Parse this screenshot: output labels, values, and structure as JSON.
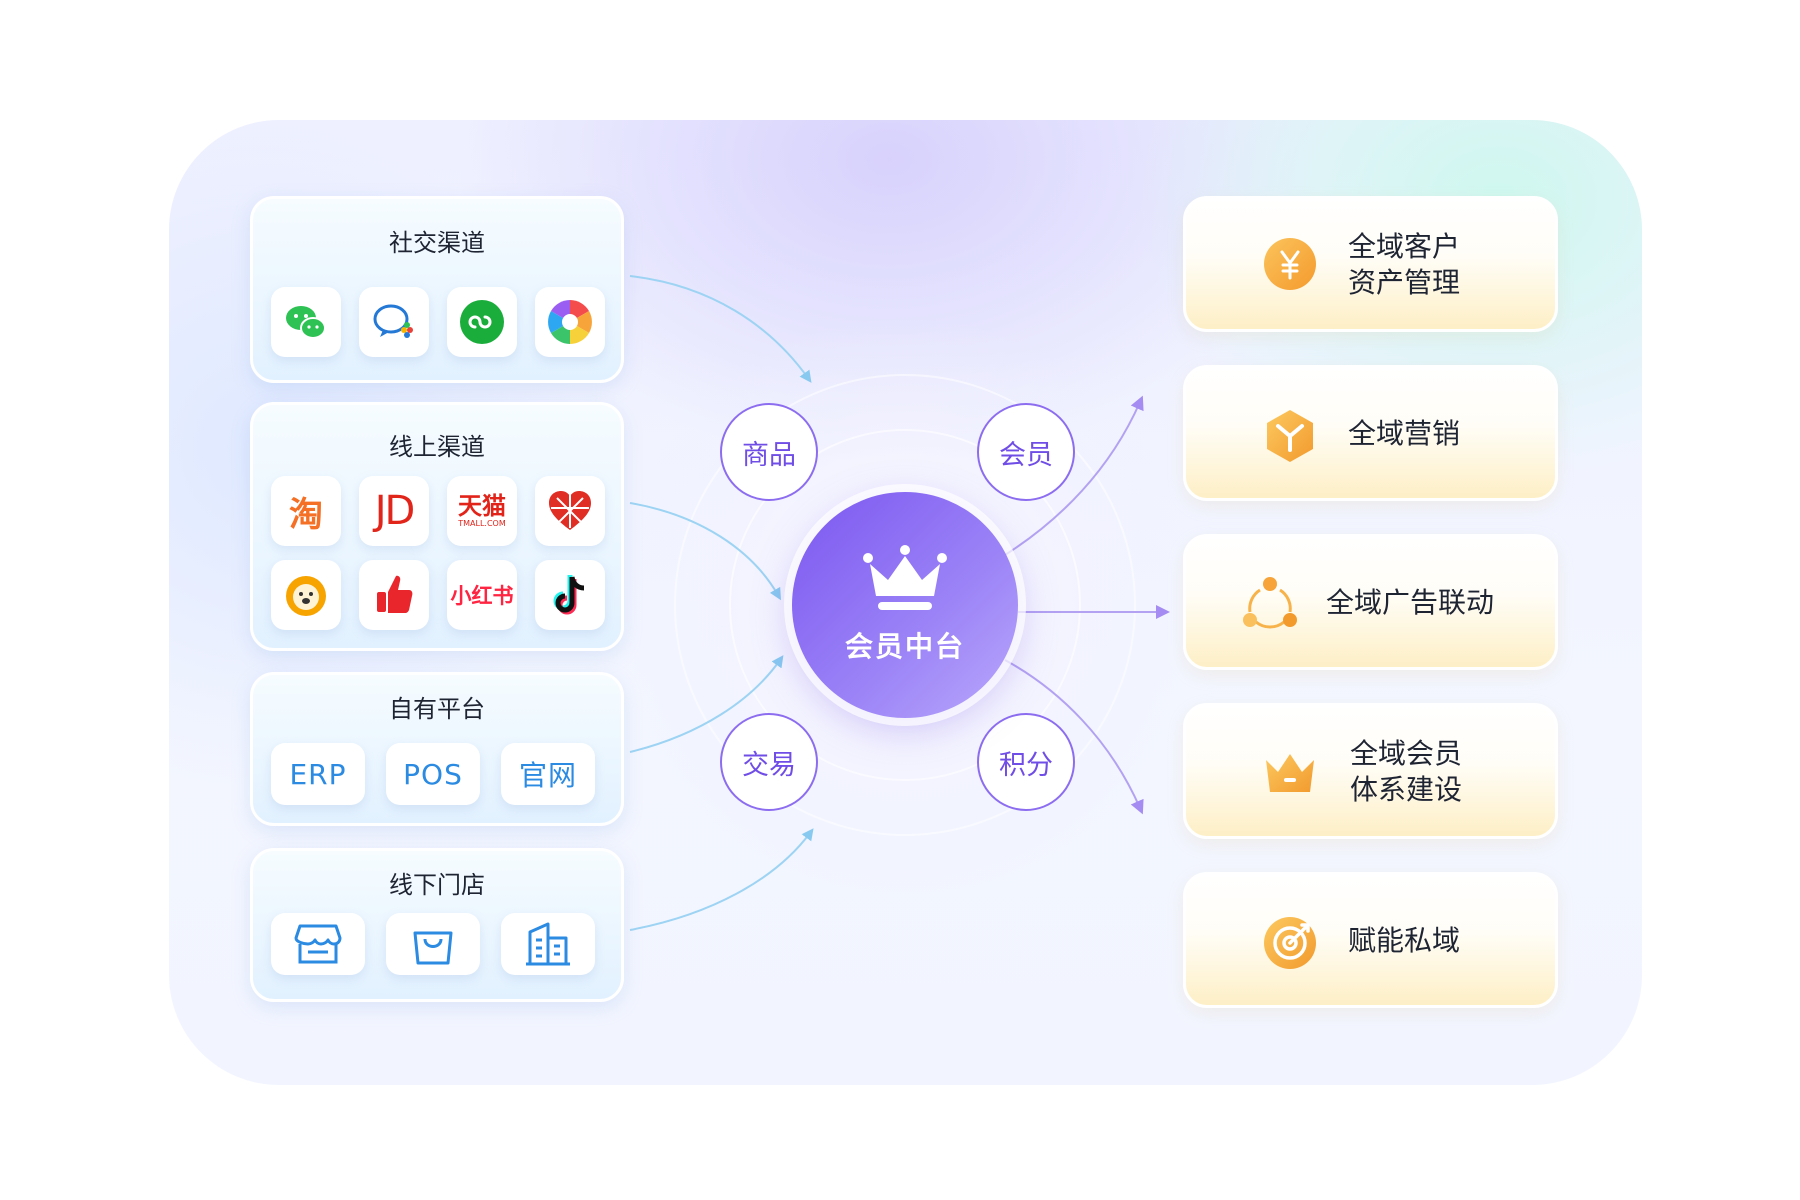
{
  "left_groups": [
    {
      "title": "社交渠道",
      "icons": [
        "wechat-icon",
        "wecom-icon",
        "mini-program-icon",
        "camera-aperture-icon"
      ]
    },
    {
      "title": "线上渠道",
      "icons": [
        "taobao-icon",
        "jd-icon",
        "tmall-icon",
        "pinduoduo-icon",
        "suning-icon",
        "kuaishou-icon",
        "xiaohongshu-icon",
        "douyin-icon"
      ],
      "texts": {
        "taobao": "淘",
        "jd": "JD",
        "tmall": "天猫",
        "tmall_sub": "TMALL.COM",
        "xhs": "小红书"
      }
    },
    {
      "title": "自有平台",
      "items": [
        "ERP",
        "POS",
        "官网"
      ]
    },
    {
      "title": "线下门店",
      "icons": [
        "store-icon",
        "shopping-bag-icon",
        "building-icon"
      ]
    }
  ],
  "center": {
    "label": "会员中台",
    "icon": "crown-icon"
  },
  "nodes": {
    "top_left": "商品",
    "top_right": "会员",
    "bottom_left": "交易",
    "bottom_right": "积分"
  },
  "right_items": [
    {
      "line1": "全域客户",
      "line2": "资产管理",
      "icon": "yuan-coin-icon"
    },
    {
      "line1": "全域营销",
      "icon": "cube-icon"
    },
    {
      "line1": "全域广告联动",
      "icon": "share-cycle-icon"
    },
    {
      "line1": "全域会员",
      "line2": "体系建设",
      "icon": "crown-icon"
    },
    {
      "line1": "赋能私域",
      "icon": "target-icon"
    }
  ],
  "colors": {
    "accent": "#7b57f0",
    "blue": "#2b8ae2",
    "orange": "#f7a43a"
  }
}
